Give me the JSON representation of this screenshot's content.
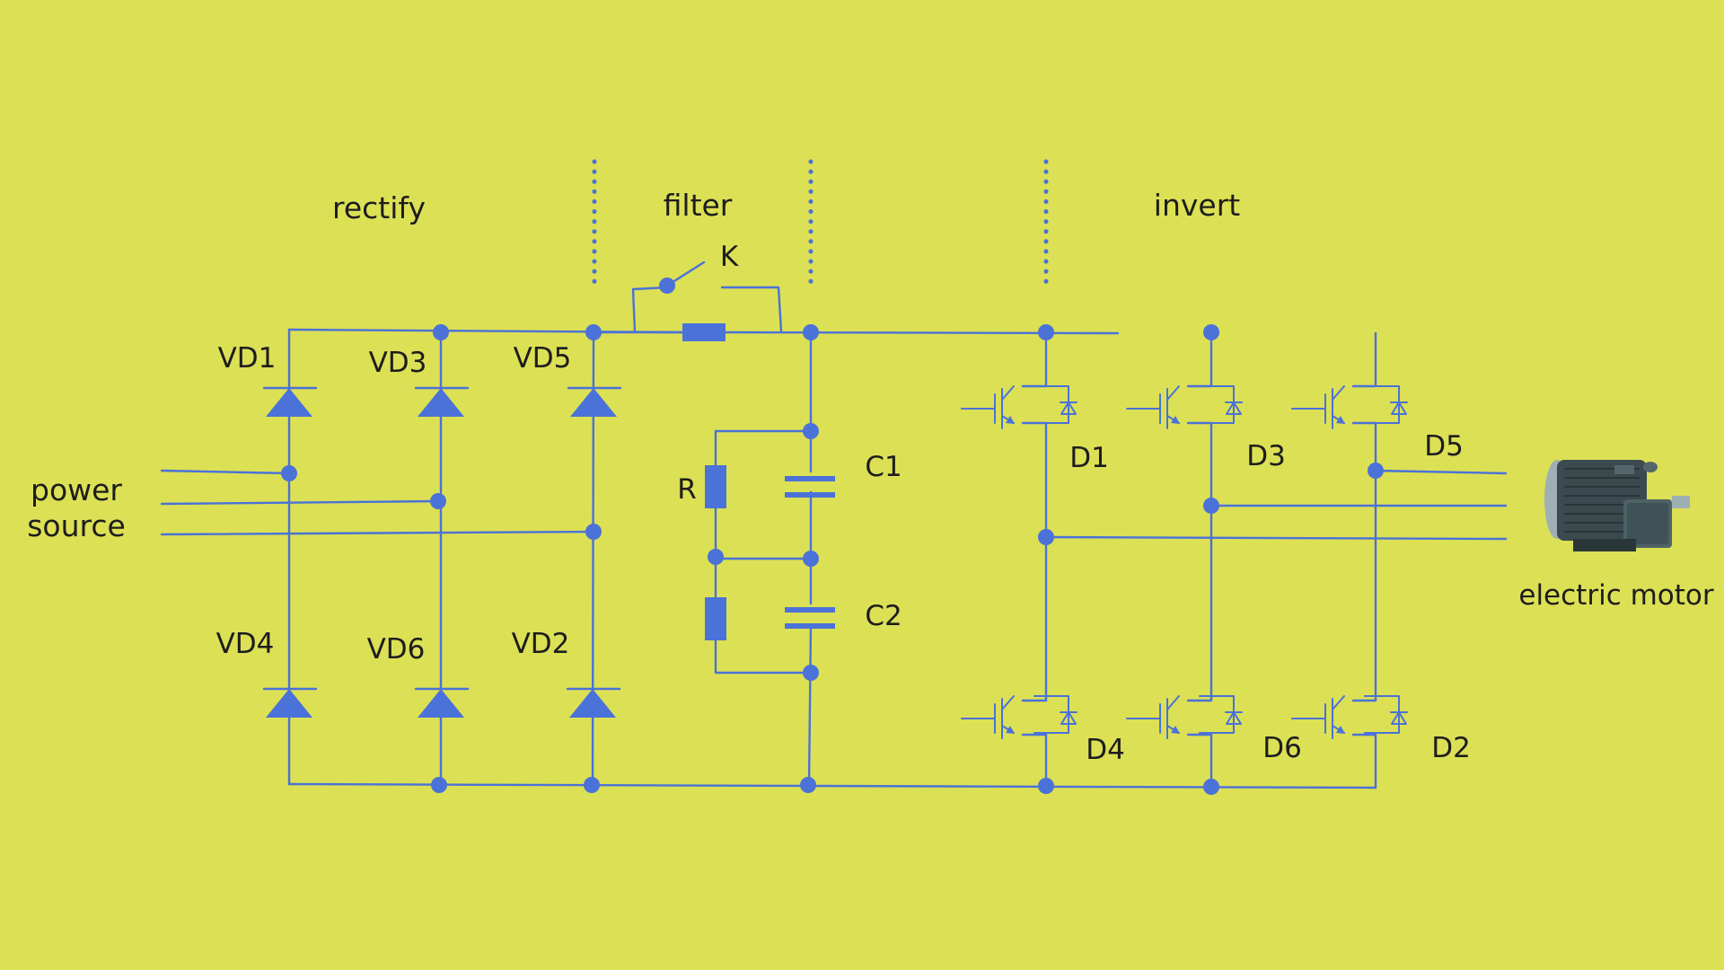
{
  "sections": {
    "rectify": "rectify",
    "filter": "filter",
    "invert": "invert"
  },
  "labels": {
    "power_source_line1": "power",
    "power_source_line2": "source",
    "electric_motor": "electric motor",
    "switch": "K",
    "resistor": "R",
    "capacitor_top": "C1",
    "capacitor_bottom": "C2"
  },
  "rectifier_diodes": {
    "upper": [
      "VD1",
      "VD3",
      "VD5"
    ],
    "lower": [
      "VD4",
      "VD6",
      "VD2"
    ]
  },
  "inverter_diodes": {
    "upper": [
      "D1",
      "D3",
      "D5"
    ],
    "lower": [
      "D4",
      "D6",
      "D2"
    ]
  },
  "colors": {
    "background": "#dce055",
    "wire": "#4a72d8",
    "text": "#1d1d1d",
    "motor_body": "#3b4a4e"
  }
}
